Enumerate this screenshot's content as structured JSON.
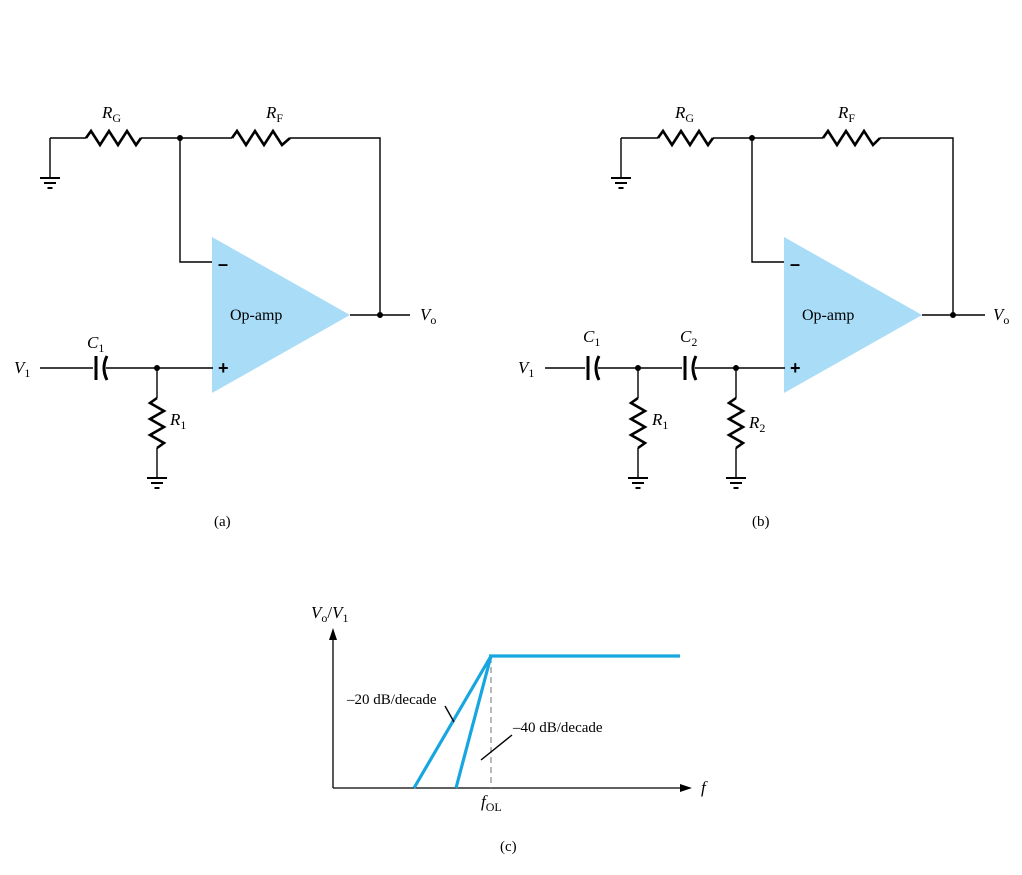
{
  "circuit_a": {
    "caption": "(a)",
    "opamp_label": "Op-amp",
    "minus_sign": "–",
    "plus_sign": "+",
    "labels": {
      "rg": "R",
      "rg_sub": "G",
      "rf": "R",
      "rf_sub": "F",
      "c1": "C",
      "c1_sub": "1",
      "r1": "R",
      "r1_sub": "1",
      "vin": "V",
      "vin_sub": "1",
      "vout": "V",
      "vout_sub": "o"
    }
  },
  "circuit_b": {
    "caption": "(b)",
    "opamp_label": "Op-amp",
    "minus_sign": "–",
    "plus_sign": "+",
    "labels": {
      "rg": "R",
      "rg_sub": "G",
      "rf": "R",
      "rf_sub": "F",
      "c1": "C",
      "c1_sub": "1",
      "c2": "C",
      "c2_sub": "2",
      "r1": "R",
      "r1_sub": "1",
      "r2": "R",
      "r2_sub": "2",
      "vin": "V",
      "vin_sub": "1",
      "vout": "V",
      "vout_sub": "o"
    }
  },
  "response_plot": {
    "caption": "(c)",
    "y_axis_label": {
      "v": "V",
      "v_sub": "o",
      "slash": "/",
      "v2": "V",
      "v2_sub": "1"
    },
    "x_axis_label": "f",
    "fol_label": {
      "f": "f",
      "sub": "OL"
    },
    "annotation_first_order": "–20 dB/decade",
    "annotation_second_order": "–40 dB/decade",
    "curve_color": "#17a6e0"
  }
}
